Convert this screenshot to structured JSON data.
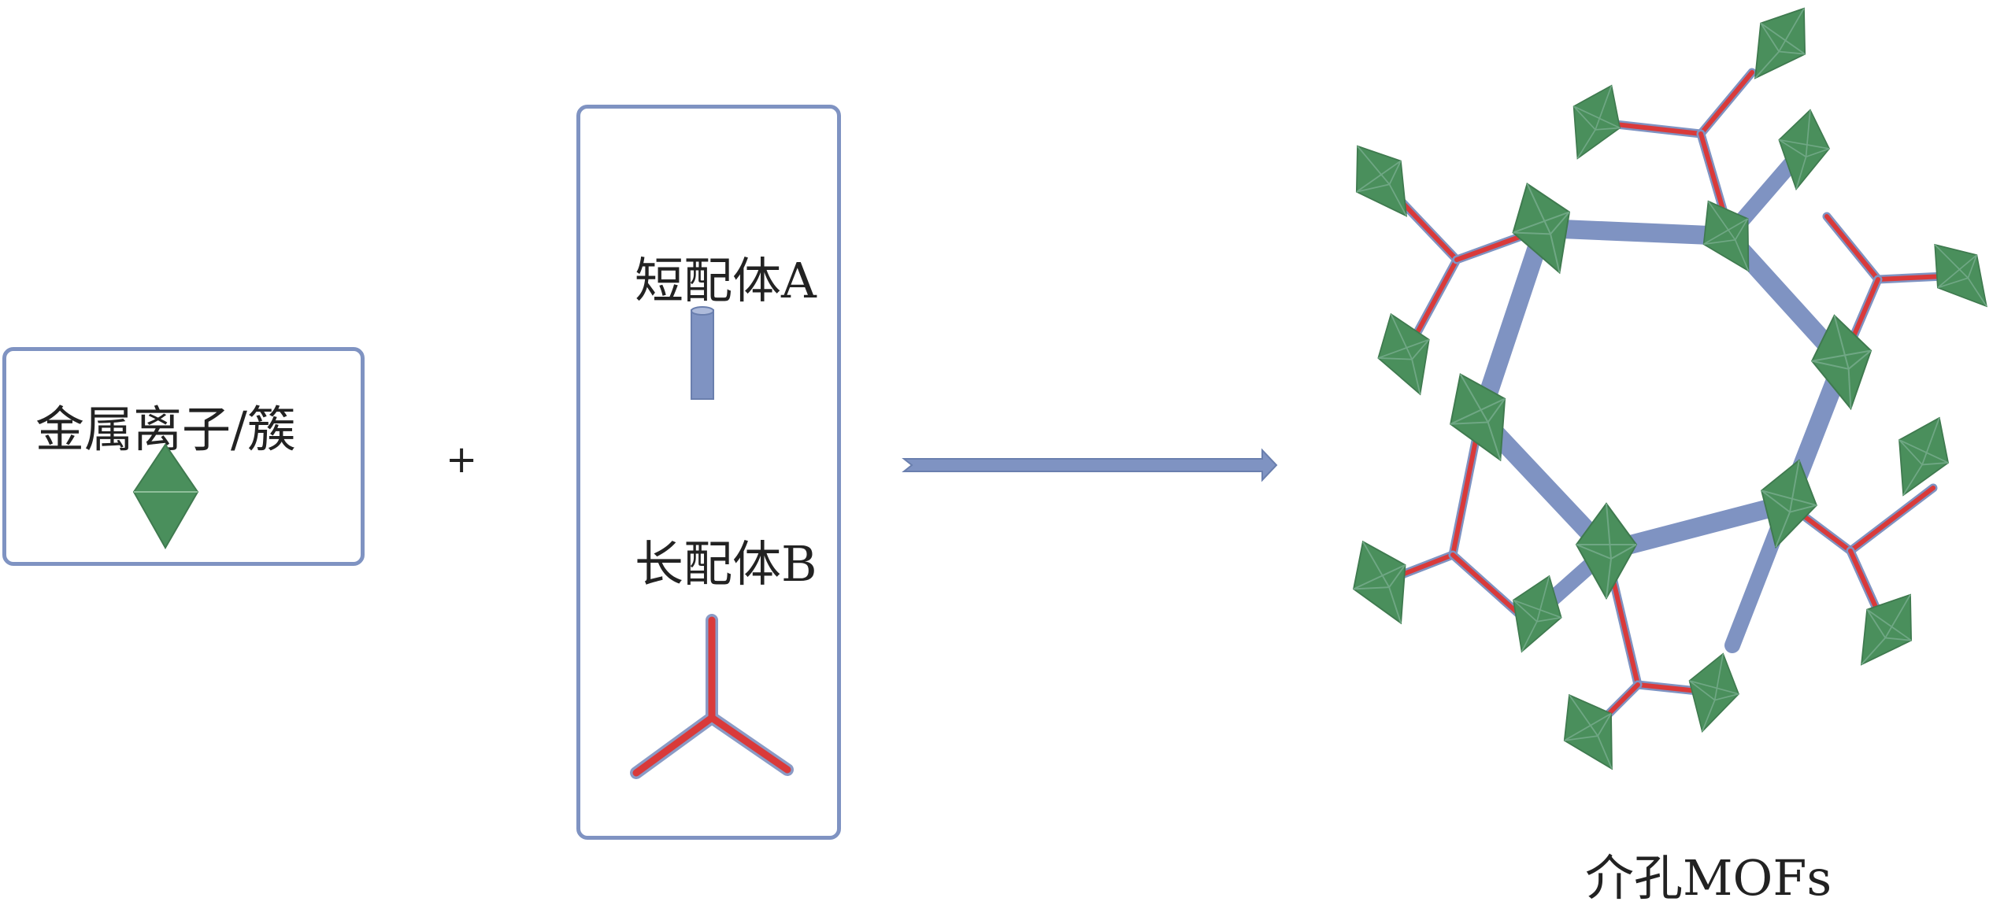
{
  "reactant_1": {
    "label": "金属离子/簇"
  },
  "operator_plus": "+",
  "reactant_2": {
    "ligand_a_label": "短配体A",
    "ligand_b_label": "长配体B"
  },
  "product": {
    "label": "介孔MOFs"
  },
  "colors": {
    "metal_node": "#4a8f5c",
    "short_ligand": "#7f93c2",
    "long_ligand": "#d93a3a",
    "box_border": "#7f93c2",
    "arrow": "#7f93c2"
  },
  "icons": [
    "metal-octahedron-icon",
    "short-ligand-rod-icon",
    "long-ligand-tripod-icon",
    "reaction-arrow-icon",
    "mof-framework-icon"
  ]
}
